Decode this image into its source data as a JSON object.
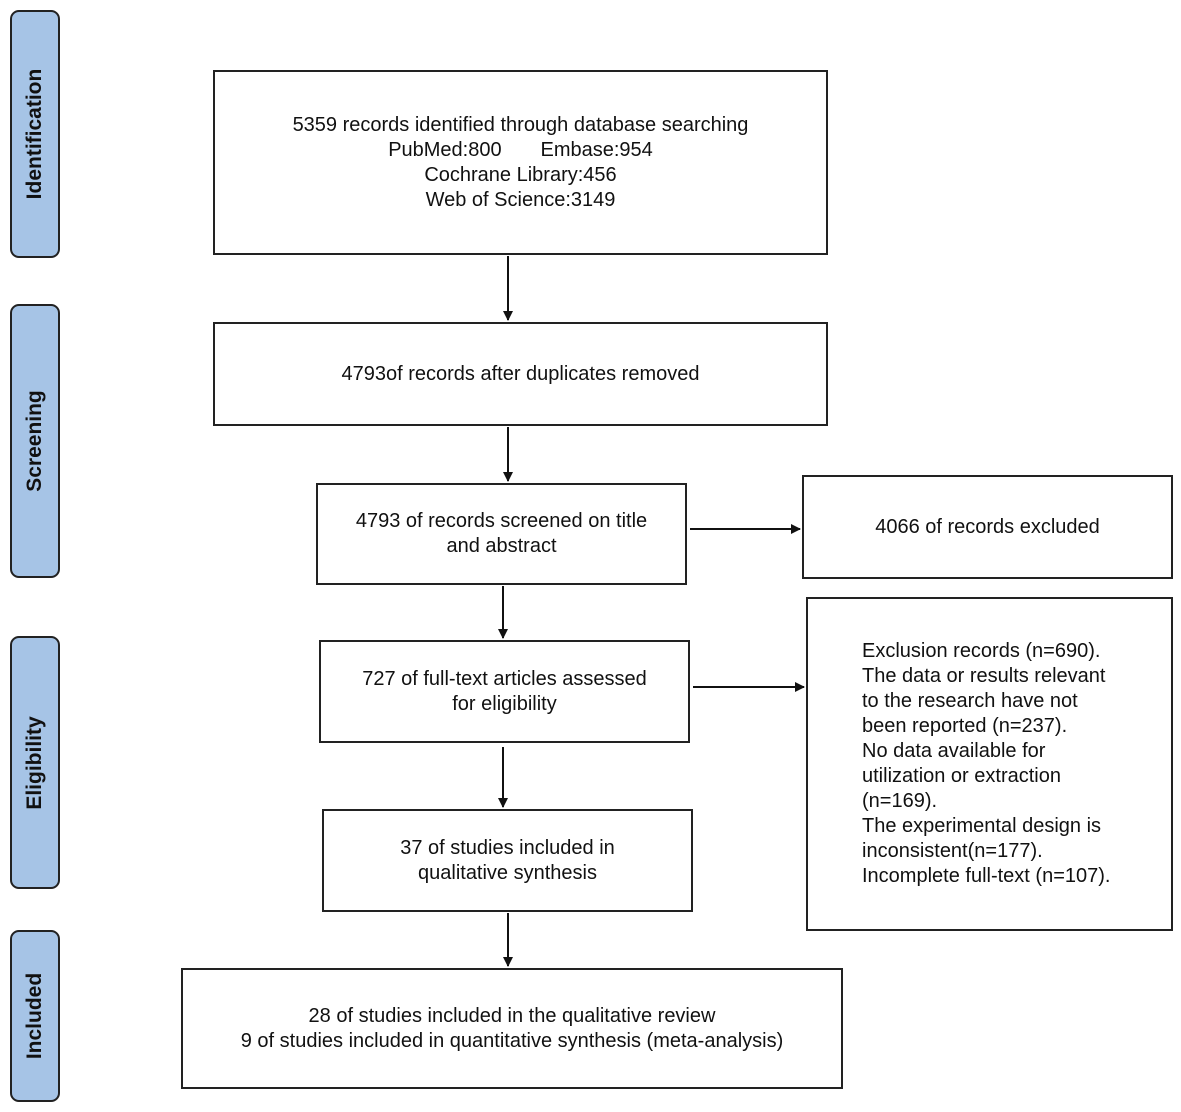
{
  "stages": [
    {
      "id": "identification",
      "label": "Identification"
    },
    {
      "id": "screening",
      "label": "Screening"
    },
    {
      "id": "eligibility",
      "label": "Eligibility"
    },
    {
      "id": "included",
      "label": "Included"
    }
  ],
  "boxes": {
    "identified": {
      "lines": [
        "5359 records identified through database searching",
        "PubMed:800       Embase:954",
        "Cochrane Library:456",
        "Web of Science:3149"
      ]
    },
    "duplicates_removed": {
      "lines": [
        "4793of records after duplicates removed"
      ]
    },
    "screened": {
      "lines": [
        "4793 of records screened on title",
        "and abstract"
      ]
    },
    "excluded": {
      "lines": [
        "4066 of records excluded"
      ]
    },
    "full_text": {
      "lines": [
        "727 of full-text articles assessed",
        "for eligibility"
      ]
    },
    "exclusion_reasons": {
      "lines": [
        "Exclusion records (n=690).",
        "The data or results relevant",
        "to the research have not",
        "been reported (n=237).",
        "No data available for",
        "utilization or extraction",
        "(n=169).",
        "The experimental design is",
        "inconsistent(n=177).",
        "Incomplete full-text (n=107)."
      ]
    },
    "qualitative_synthesis": {
      "lines": [
        "37 of studies included in",
        "qualitative synthesis"
      ]
    },
    "included_final": {
      "lines": [
        "28 of studies included in the qualitative review",
        "9 of studies included in quantitative synthesis (meta-analysis)"
      ]
    }
  },
  "colors": {
    "stage_fill": "#a6c4e6",
    "border": "#222222"
  }
}
